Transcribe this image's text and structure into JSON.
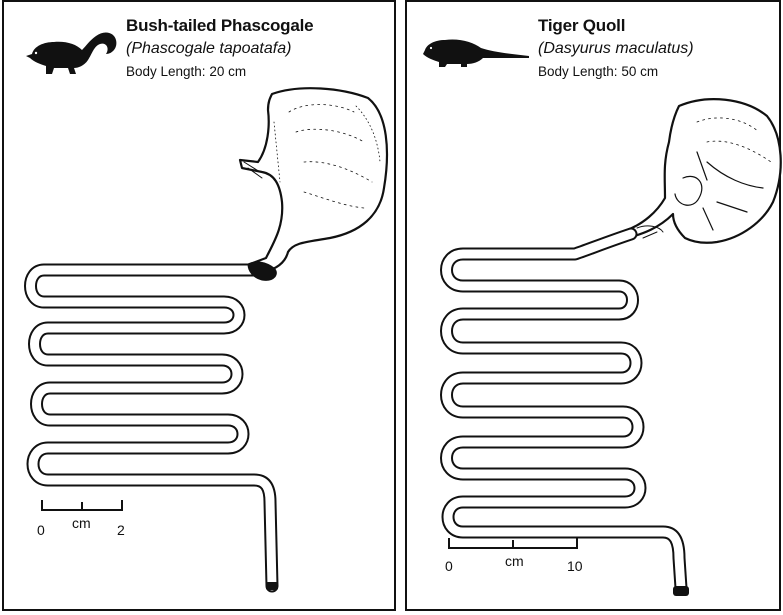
{
  "panels": [
    {
      "common_name": "Bush-tailed Phascogale",
      "scientific_name": "(Phascogale tapoatafa)",
      "body_length": "Body Length: 20 cm",
      "scale": {
        "start": "0",
        "unit": "cm",
        "end": "2"
      }
    },
    {
      "common_name": "Tiger Quoll",
      "scientific_name": "(Dasyurus maculatus)",
      "body_length": "Body Length: 50 cm",
      "scale": {
        "start": "0",
        "unit": "cm",
        "end": "10"
      }
    }
  ],
  "icons": {
    "left_animal": "phascogale-silhouette-icon",
    "right_animal": "quoll-silhouette-icon"
  },
  "colors": {
    "ink": "#111111",
    "background": "#ffffff"
  }
}
